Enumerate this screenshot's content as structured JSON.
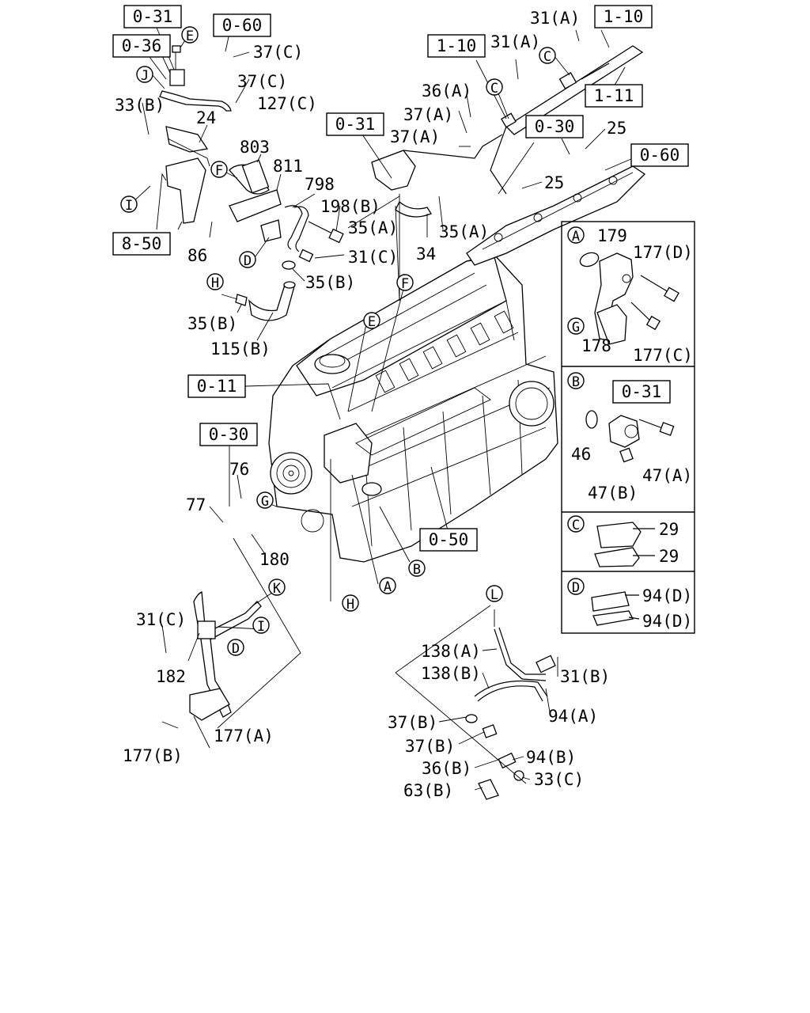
{
  "ref_boxes": {
    "r031_tl": "0-31",
    "r036": "0-36",
    "r060_top": "0-60",
    "r110_a": "1-10",
    "r110_b": "1-10",
    "r111": "1-11",
    "r031_mid": "0-31",
    "r030_right": "0-30",
    "r060_right": "0-60",
    "r850": "8-50",
    "r011": "0-11",
    "r030_left": "0-30",
    "r050": "0-50",
    "r031_detail": "0-31"
  },
  "circle_letters": {
    "E_top": "E",
    "J": "J",
    "F_left": "F",
    "I_left": "I",
    "D_left": "D",
    "H_top": "H",
    "F_engine": "F",
    "E_engine": "E",
    "C_top": "C",
    "C_mid": "C",
    "G_engine": "G",
    "A_engine": "A",
    "B_engine": "B",
    "H_bottom": "H",
    "K": "K",
    "I_bottom": "I",
    "D_bottom": "D",
    "L": "L",
    "detail_A": "A",
    "detail_G": "G",
    "detail_B": "B",
    "detail_C": "C",
    "detail_D": "D"
  },
  "part_labels": {
    "p37c_1": "37(C)",
    "p37c_2": "37(C)",
    "p127c": "127(C)",
    "p33b": "33(B)",
    "p24": "24",
    "p803": "803",
    "p811": "811",
    "p798": "798",
    "p198b": "198(B)",
    "p86": "86",
    "p31c_top": "31(C)",
    "p35a_1": "35(A)",
    "p35a_2": "35(A)",
    "p34": "34",
    "p35b_1": "35(B)",
    "p35b_2": "35(B)",
    "p115b": "115(B)",
    "p31a_1": "31(A)",
    "p31a_2": "31(A)",
    "p36a": "36(A)",
    "p37a_1": "37(A)",
    "p37a_2": "37(A)",
    "p25_1": "25",
    "p25_2": "25",
    "p76": "76",
    "p77": "77",
    "p180": "180",
    "p31c_bot": "31(C)",
    "p182": "182",
    "p177a": "177(A)",
    "p177b": "177(B)",
    "p138a": "138(A)",
    "p138b": "138(B)",
    "p31b": "31(B)",
    "p94a": "94(A)",
    "p37b_1": "37(B)",
    "p37b_2": "37(B)",
    "p36b": "36(B)",
    "p94b": "94(B)",
    "p63b": "63(B)",
    "p33c": "33(C)",
    "d179": "179",
    "d177d": "177(D)",
    "d178": "178",
    "d177c": "177(C)",
    "d46": "46",
    "d47a": "47(A)",
    "d47b": "47(B)",
    "d29_1": "29",
    "d29_2": "29",
    "d94d_1": "94(D)",
    "d94d_2": "94(D)"
  }
}
